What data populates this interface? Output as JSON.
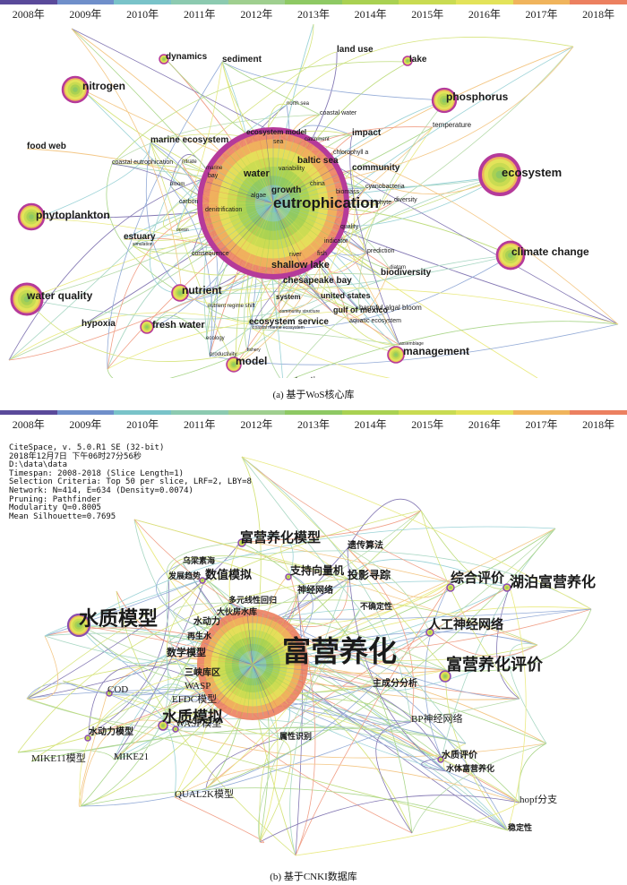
{
  "timeline": {
    "years": [
      "2008年",
      "2009年",
      "2010年",
      "2011年",
      "2012年",
      "2013年",
      "2014年",
      "2015年",
      "2016年",
      "2017年",
      "2018年"
    ],
    "colors": [
      "#5a4a9a",
      "#6f8fca",
      "#79c3c9",
      "#8ccab0",
      "#9fcf8f",
      "#8ec964",
      "#a9d152",
      "#c9db52",
      "#e3e35a",
      "#f0b45c",
      "#ec8060"
    ]
  },
  "panel_a": {
    "caption": "(a)  基于WoS核心库",
    "hub": "eutrophication",
    "nodes": [
      {
        "label": "eutrophication",
        "size": "hub"
      },
      {
        "label": "ecosystem",
        "size": "big"
      },
      {
        "label": "phytoplankton",
        "size": "big"
      },
      {
        "label": "water quality",
        "size": "big"
      },
      {
        "label": "nitrogen",
        "size": "big"
      },
      {
        "label": "phosphorus",
        "size": "big"
      },
      {
        "label": "climate change",
        "size": "big"
      },
      {
        "label": "nutrient",
        "size": "mid"
      },
      {
        "label": "fresh water",
        "size": "mid"
      },
      {
        "label": "management",
        "size": "mid"
      },
      {
        "label": "model",
        "size": "mid"
      },
      {
        "label": "dynamics",
        "size": "small"
      },
      {
        "label": "lake",
        "size": "small"
      },
      {
        "label": "sediment",
        "size": "text"
      },
      {
        "label": "land use",
        "size": "text"
      },
      {
        "label": "food web",
        "size": "text"
      },
      {
        "label": "marine ecosystem",
        "size": "text"
      },
      {
        "label": "ecosystem model",
        "size": "text"
      },
      {
        "label": "impact",
        "size": "text"
      },
      {
        "label": "baltic sea",
        "size": "text"
      },
      {
        "label": "community",
        "size": "text"
      },
      {
        "label": "water",
        "size": "text"
      },
      {
        "label": "growth",
        "size": "text"
      },
      {
        "label": "estuary",
        "size": "text"
      },
      {
        "label": "shallow lake",
        "size": "text"
      },
      {
        "label": "chesapeake bay",
        "size": "text"
      },
      {
        "label": "biodiversity",
        "size": "text"
      },
      {
        "label": "united states",
        "size": "text"
      },
      {
        "label": "gulf of mexico",
        "size": "text"
      },
      {
        "label": "ecosystem service",
        "size": "text"
      },
      {
        "label": "hypoxia",
        "size": "text"
      },
      {
        "label": "restoration",
        "size": "text"
      },
      {
        "label": "system",
        "size": "text"
      },
      {
        "label": "temperature",
        "size": "tiny"
      },
      {
        "label": "coastal water",
        "size": "tiny"
      },
      {
        "label": "north sea",
        "size": "tiny"
      },
      {
        "label": "coastal eutrophication",
        "size": "tiny"
      },
      {
        "label": "chlorophyll a",
        "size": "tiny"
      },
      {
        "label": "catchment",
        "size": "tiny"
      },
      {
        "label": "sea",
        "size": "tiny"
      },
      {
        "label": "nitrate",
        "size": "tiny"
      },
      {
        "label": "bay",
        "size": "tiny"
      },
      {
        "label": "marine",
        "size": "tiny"
      },
      {
        "label": "variability",
        "size": "tiny"
      },
      {
        "label": "china",
        "size": "tiny"
      },
      {
        "label": "cyanobacteria",
        "size": "tiny"
      },
      {
        "label": "diversity",
        "size": "tiny"
      },
      {
        "label": "bloom",
        "size": "tiny"
      },
      {
        "label": "carbon",
        "size": "tiny"
      },
      {
        "label": "denitrification",
        "size": "tiny"
      },
      {
        "label": "algae",
        "size": "tiny"
      },
      {
        "label": "biomass",
        "size": "tiny"
      },
      {
        "label": "phyte",
        "size": "tiny"
      },
      {
        "label": "quality",
        "size": "tiny"
      },
      {
        "label": "prediction",
        "size": "tiny"
      },
      {
        "label": "indicator",
        "size": "tiny"
      },
      {
        "label": "diatom",
        "size": "tiny"
      },
      {
        "label": "river",
        "size": "tiny"
      },
      {
        "label": "fish",
        "size": "tiny"
      },
      {
        "label": "consequence",
        "size": "tiny"
      },
      {
        "label": "simulation",
        "size": "tiny"
      },
      {
        "label": "ocean",
        "size": "tiny"
      },
      {
        "label": "nutrient regime shift",
        "size": "tiny"
      },
      {
        "label": "community structure",
        "size": "tiny"
      },
      {
        "label": "harmful algal bloom",
        "size": "tiny"
      },
      {
        "label": "aquatic ecosystem",
        "size": "tiny"
      },
      {
        "label": "coastal marine ecosystem",
        "size": "tiny"
      },
      {
        "label": "ecology",
        "size": "tiny"
      },
      {
        "label": "productivity",
        "size": "tiny"
      },
      {
        "label": "fishery",
        "size": "tiny"
      },
      {
        "label": "assemblage",
        "size": "tiny"
      }
    ]
  },
  "panel_b": {
    "caption": "(b)  基于CNKI数据库",
    "hub": "富营养化",
    "info": [
      "CiteSpace, v. 5.0.R1 SE (32-bit)",
      "2018年12月7日 下午06时27分56秒",
      "D:\\data\\data",
      "Timespan: 2008-2018 (Slice Length=1)",
      "Selection Criteria: Top 50 per slice, LRF=2, LBY=8",
      "Network: N=414, E=634 (Density=0.0074)",
      "Pruning: Pathfinder",
      "Modularity Q=0.8005",
      "Mean Silhouette=0.7695"
    ],
    "nodes": [
      {
        "label": "富营养化",
        "size": "hub"
      },
      {
        "label": "水质模型",
        "size": "big"
      },
      {
        "label": "富营养化评价",
        "size": "big"
      },
      {
        "label": "湖泊富营养化",
        "size": "mid"
      },
      {
        "label": "综合评价",
        "size": "mid"
      },
      {
        "label": "富营养化模型",
        "size": "mid"
      },
      {
        "label": "水质模拟",
        "size": "mid"
      },
      {
        "label": "人工神经网络",
        "size": "mid"
      },
      {
        "label": "数值模拟",
        "size": "small"
      },
      {
        "label": "支持向量机",
        "size": "small"
      },
      {
        "label": "投影寻踪",
        "size": "small"
      },
      {
        "label": "遗传算法",
        "size": "small"
      },
      {
        "label": "神经网络",
        "size": "small"
      },
      {
        "label": "乌梁素海",
        "size": "small"
      },
      {
        "label": "发展趋势",
        "size": "small"
      },
      {
        "label": "多元线性回归",
        "size": "small"
      },
      {
        "label": "大伙房水库",
        "size": "small"
      },
      {
        "label": "水动力",
        "size": "small"
      },
      {
        "label": "再生水",
        "size": "small"
      },
      {
        "label": "数学模型",
        "size": "small"
      },
      {
        "label": "不确定性",
        "size": "small"
      },
      {
        "label": "三峡库区",
        "size": "small"
      },
      {
        "label": "主成分分析",
        "size": "small"
      },
      {
        "label": "属性识别",
        "size": "small"
      },
      {
        "label": "水动力模型",
        "size": "small"
      },
      {
        "label": "水质评价",
        "size": "small"
      },
      {
        "label": "水体富营养化",
        "size": "small"
      },
      {
        "label": "稳定性",
        "size": "small"
      },
      {
        "label": "COD",
        "size": "plain"
      },
      {
        "label": "WASP",
        "size": "plain"
      },
      {
        "label": "EFDC模型",
        "size": "plain"
      },
      {
        "label": "WASP模型",
        "size": "plain"
      },
      {
        "label": "MIKE11模型",
        "size": "plain"
      },
      {
        "label": "MIKE21",
        "size": "plain"
      },
      {
        "label": "QUAL2K模型",
        "size": "plain"
      },
      {
        "label": "BP神经网络",
        "size": "plain"
      },
      {
        "label": "hopf分支",
        "size": "plain"
      }
    ]
  }
}
